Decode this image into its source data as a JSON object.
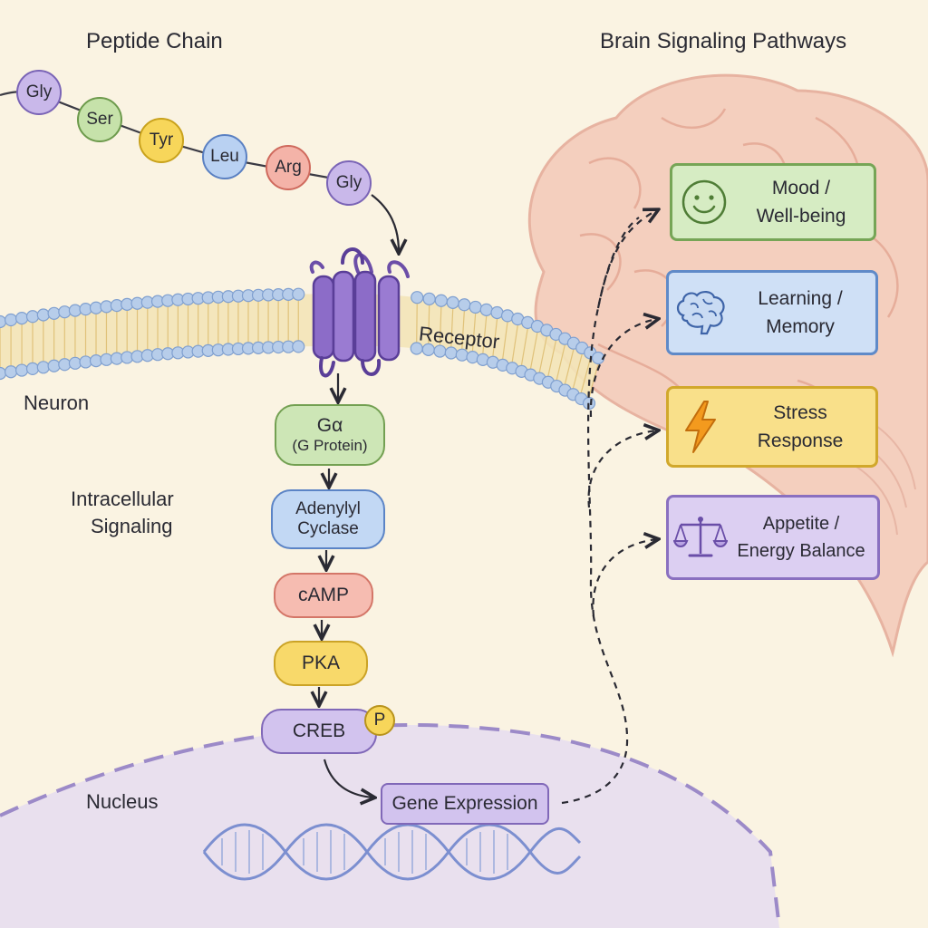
{
  "labels": {
    "peptide_chain": "Peptide Chain",
    "brain_pathways": "Brain Signaling Pathways",
    "receptor": "Receptor",
    "neuron": "Neuron",
    "intracellular_1": "Intracellular",
    "intracellular_2": "Signaling",
    "nucleus": "Nucleus"
  },
  "peptide": [
    "Gly",
    "Ser",
    "Tyr",
    "Leu",
    "Arg",
    "Gly"
  ],
  "cascade": {
    "g_alpha": "Gα",
    "g_protein": "(G Protein)",
    "adenylyl_1": "Adenylyl",
    "adenylyl_2": "Cyclase",
    "camp": "cAMP",
    "pka": "PKA",
    "creb": "CREB",
    "phospho": "P",
    "gene_expression": "Gene Expression"
  },
  "pathways": [
    {
      "line1": "Mood /",
      "line2": "Well-being",
      "icon": "smiley-icon"
    },
    {
      "line1": "Learning /",
      "line2": "Memory",
      "icon": "brain-icon"
    },
    {
      "line1": "Stress",
      "line2": "Response",
      "icon": "lightning-icon"
    },
    {
      "line1": "Appetite /",
      "line2": "Energy Balance",
      "icon": "scale-icon"
    }
  ],
  "colors": {
    "background": "#faf3e2",
    "membrane_bead": "#a9c4e6",
    "receptor": "#8c6cc8",
    "brain": "#f3c9b8",
    "nucleus": "#e7def0"
  }
}
